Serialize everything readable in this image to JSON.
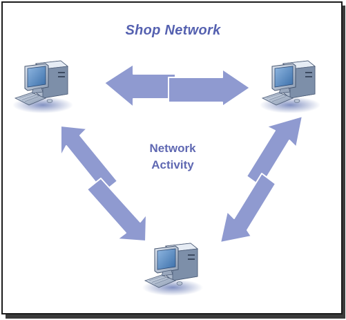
{
  "diagram": {
    "title": "Shop Network",
    "center_label_line1": "Network",
    "center_label_line2": "Activity",
    "nodes": [
      {
        "name": "computer-left",
        "icon": "desktop-computer-icon"
      },
      {
        "name": "computer-right",
        "icon": "desktop-computer-icon"
      },
      {
        "name": "computer-bottom",
        "icon": "desktop-computer-icon"
      }
    ],
    "colors": {
      "arrow_fill": "#8f9ad0",
      "arrow_stroke": "#ffffff",
      "title": "#5561b0",
      "label": "#5f68b2",
      "border": "#1b1b1b"
    }
  }
}
